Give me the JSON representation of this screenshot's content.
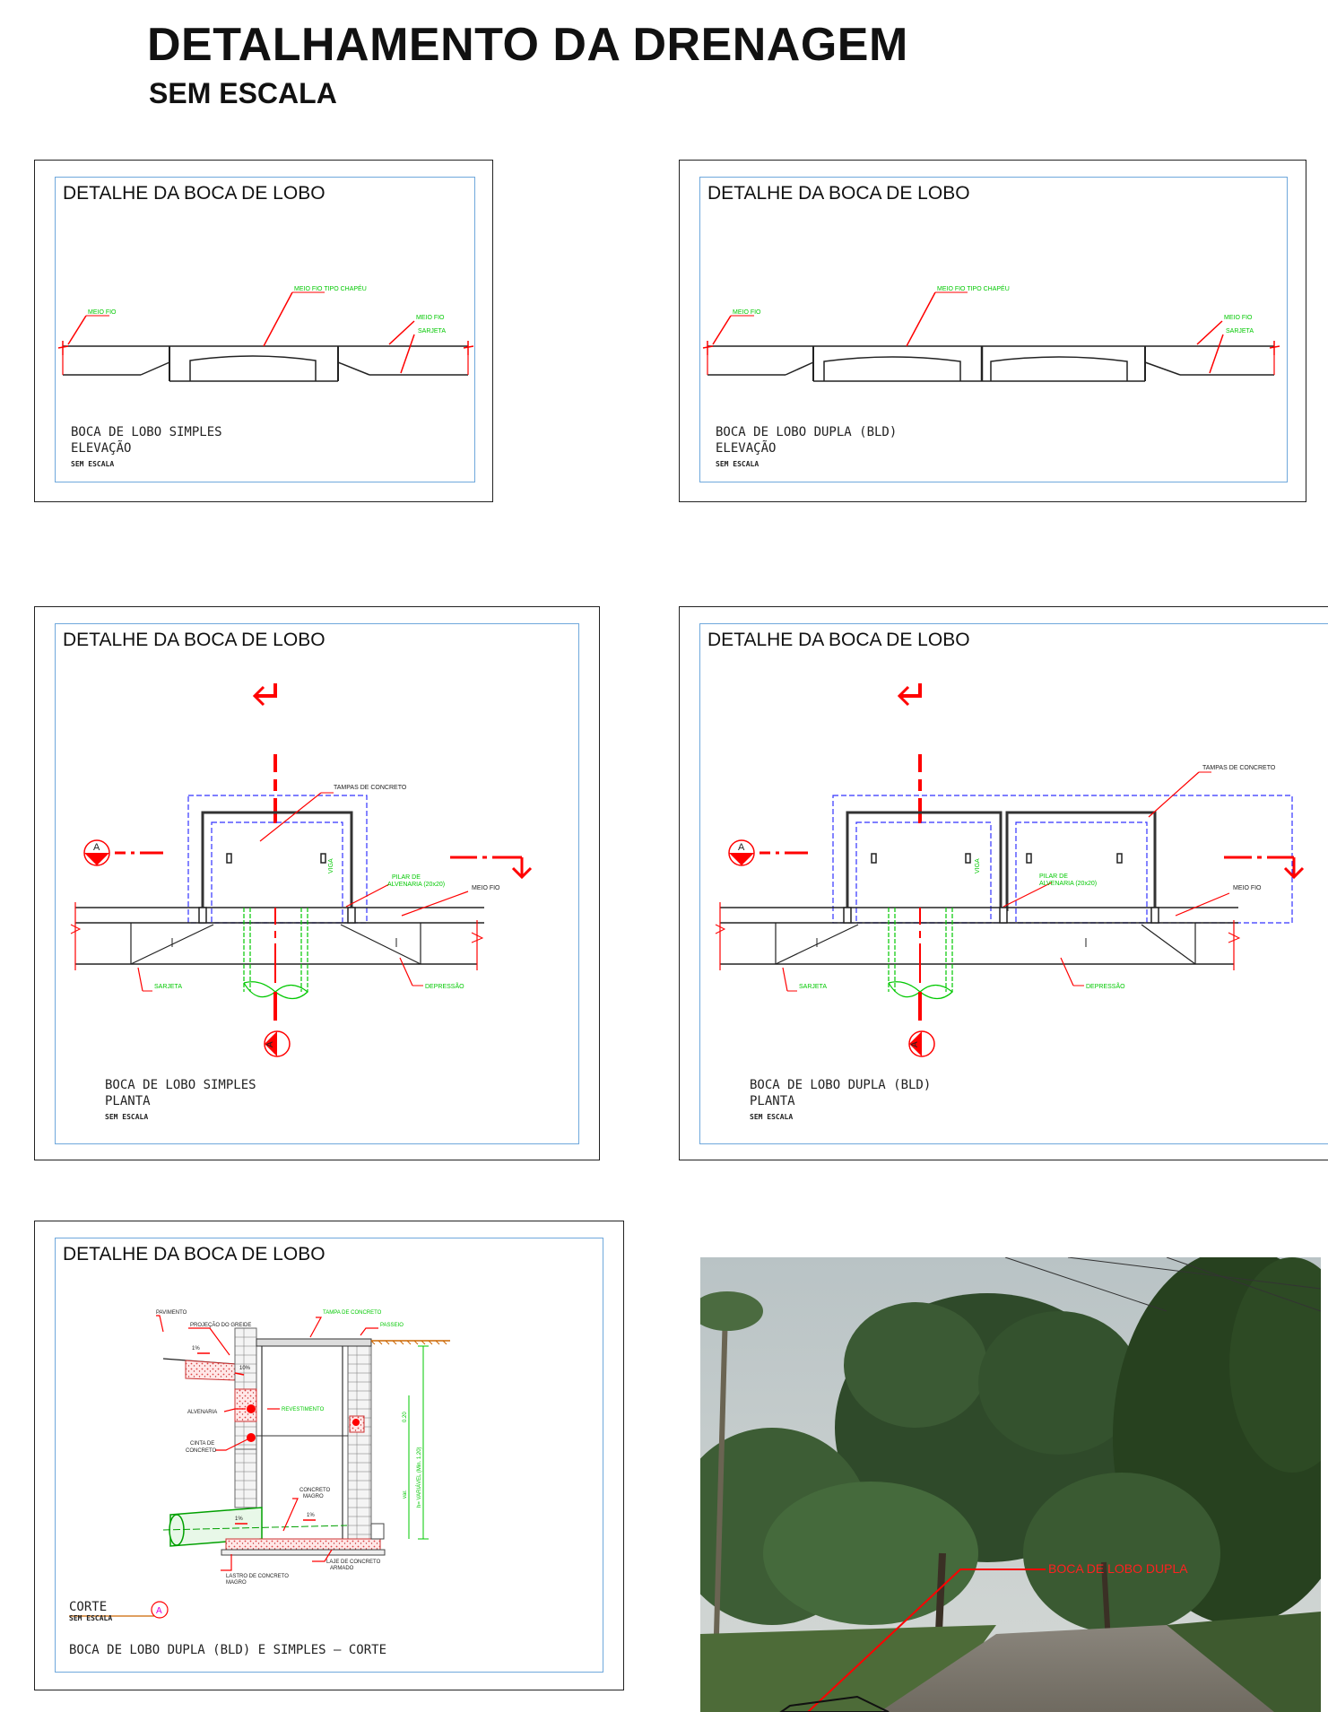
{
  "header": {
    "title": "DETALHAMENTO DA DRENAGEM",
    "subtitle": "SEM ESCALA"
  },
  "panels": [
    {
      "title": "DETALHE DA BOCA DE LOBO",
      "caption": "BOCA DE LOBO SIMPLES",
      "view": "ELEVAÇÃO",
      "scale": "SEM ESCALA",
      "labels": {
        "meio_fio_left": "MEIO FIO",
        "meio_fio_chapeu": "MEIO FIO TIPO CHAPÉU",
        "meio_fio_right": "MEIO FIO",
        "sarjeta": "SARJETA"
      }
    },
    {
      "title": "DETALHE DA BOCA DE LOBO",
      "caption": "BOCA DE LOBO DUPLA (BLD)",
      "view": "ELEVAÇÃO",
      "scale": "SEM ESCALA",
      "labels": {
        "meio_fio_left": "MEIO FIO",
        "meio_fio_chapeu": "MEIO FIO TIPO CHAPÉU",
        "meio_fio_right": "MEIO FIO",
        "sarjeta": "SARJETA"
      }
    },
    {
      "title": "DETALHE DA BOCA DE LOBO",
      "caption": "BOCA DE LOBO SIMPLES",
      "view": "PLANTA",
      "scale": "SEM ESCALA",
      "labels": {
        "tampas": "TAMPAS DE CONCRETO",
        "pilar_1": "PILAR DE",
        "pilar_2": "ALVENARIA (20x20)",
        "meio_fio": "MEIO FIO",
        "sarjeta": "SARJETA",
        "depressao": "DEPRESSÃO",
        "viga": "VIGA",
        "section": "A"
      }
    },
    {
      "title": "DETALHE DA BOCA DE LOBO",
      "caption": "BOCA DE LOBO DUPLA (BLD)",
      "view": "PLANTA",
      "scale": "SEM ESCALA",
      "labels": {
        "tampas": "TAMPAS DE CONCRETO",
        "pilar_1": "PILAR DE",
        "pilar_2": "ALVENARIA (20x20)",
        "meio_fio": "MEIO FIO",
        "sarjeta": "SARJETA",
        "depressao": "DEPRESSÃO",
        "viga": "VIGA",
        "section": "A"
      }
    },
    {
      "title": "DETALHE DA BOCA DE LOBO",
      "caption": "BOCA DE LOBO DUPLA (BLD) E SIMPLES – CORTE",
      "corte_label": "CORTE",
      "scale": "SEM ESCALA",
      "section": "A",
      "labels": {
        "pavimento": "PAVIMENTO",
        "projecao": "PROJEÇÃO DO GREIDE",
        "tampa": "TAMPA DE CONCRETO",
        "passeio": "PASSEIO",
        "revestimento": "REVESTIMENTO",
        "alvenaria": "ALVENARIA",
        "cinta_1": "CINTA DE",
        "cinta_2": "CONCRETO",
        "concreto_magro_1": "CONCRETO",
        "concreto_magro_2": "MAGRO",
        "laje_1": "LAJE DE CONCRETO",
        "laje_2": "ARMADO",
        "lastro_1": "LASTRO DE CONCRETO",
        "lastro_2": "MAGRO",
        "slope_a": "1%",
        "slope_b": "10%",
        "slope_c": "1%",
        "slope_d": "1%",
        "dim_a": "0.20",
        "dim_b": "var.",
        "variavel": "h= VARIÁVEL (Min. 1.20)"
      }
    }
  ],
  "photo": {
    "annotation": "BOCA DE LOBO DUPLA"
  },
  "colors": {
    "red": "#ff0000",
    "green": "#00c800",
    "blue_dashed": "#3333ff",
    "frame_blue": "#6fa8dc"
  }
}
